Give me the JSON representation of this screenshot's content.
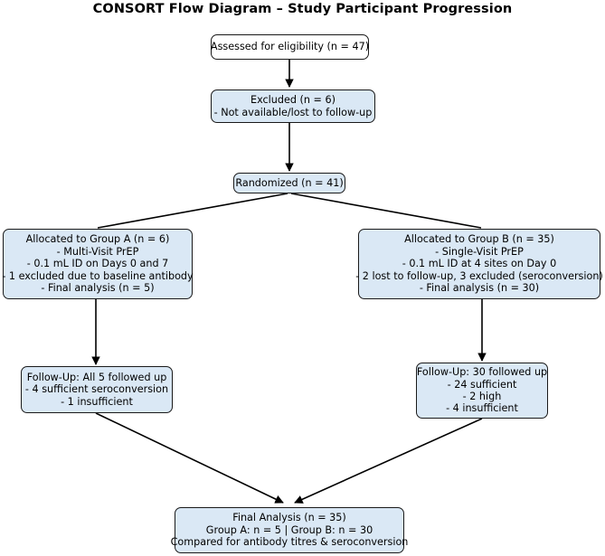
{
  "title": "CONSORT Flow Diagram – Study Participant Progression",
  "palette": {
    "box_fill": "#dae8f5",
    "box_fill_plain": "#ffffff",
    "box_border": "#1a1a1a",
    "arrow": "#000000",
    "background": "#ffffff",
    "text": "#000000"
  },
  "chart_data": {
    "type": "diagram",
    "title": "CONSORT Flow Diagram – Study Participant Progression",
    "nodes": [
      {
        "id": "assessed",
        "label": "Assessed for eligibility (n = 47)",
        "n": 47
      },
      {
        "id": "excluded",
        "label": "Excluded (n = 6)",
        "n": 6
      },
      {
        "id": "randomized",
        "label": "Randomized (n = 41)",
        "n": 41
      },
      {
        "id": "alloc_a",
        "label": "Allocated to Group A (n = 6)",
        "n": 6
      },
      {
        "id": "alloc_b",
        "label": "Allocated to Group B (n = 35)",
        "n": 35
      },
      {
        "id": "followup_a",
        "label": "Follow-Up: All 5 followed up",
        "n": 5
      },
      {
        "id": "followup_b",
        "label": "Follow-Up: 30 followed up",
        "n": 30
      },
      {
        "id": "final",
        "label": "Final Analysis (n = 35)",
        "n": 35
      }
    ],
    "edges": [
      {
        "from": "assessed",
        "to": "excluded"
      },
      {
        "from": "excluded",
        "to": "randomized"
      },
      {
        "from": "randomized",
        "to": "alloc_a"
      },
      {
        "from": "randomized",
        "to": "alloc_b"
      },
      {
        "from": "alloc_a",
        "to": "followup_a"
      },
      {
        "from": "alloc_b",
        "to": "followup_b"
      },
      {
        "from": "followup_a",
        "to": "final"
      },
      {
        "from": "followup_b",
        "to": "final"
      }
    ]
  },
  "boxes": {
    "assessed": {
      "line1": "Assessed for eligibility (n = 47)"
    },
    "excluded": {
      "line1": "Excluded (n = 6)",
      "line2": "- Not available/lost to follow-up"
    },
    "randomized": {
      "line1": "Randomized (n = 41)"
    },
    "allocated_a": {
      "line1": "Allocated to Group A (n = 6)",
      "line2": "- Multi-Visit PrEP",
      "line3": "- 0.1 mL ID on Days 0 and 7",
      "line4": "- 1 excluded due to baseline antibody",
      "line5": "- Final analysis (n = 5)"
    },
    "allocated_b": {
      "line1": "Allocated to Group B (n = 35)",
      "line2": "- Single-Visit PrEP",
      "line3": "- 0.1 mL ID at 4 sites on Day 0",
      "line4": "- 2 lost to follow-up, 3 excluded (seroconversion)",
      "line5": "- Final analysis (n = 30)"
    },
    "followup_a": {
      "line1": "Follow-Up: All 5 followed up",
      "line2": "- 4 sufficient seroconversion",
      "line3": "- 1 insufficient"
    },
    "followup_b": {
      "line1": "Follow-Up: 30 followed up",
      "line2": "- 24 sufficient",
      "line3": "- 2 high",
      "line4": "- 4 insufficient"
    },
    "final": {
      "line1": "Final Analysis (n = 35)",
      "line2": "Group A: n = 5 | Group B: n = 30",
      "line3": "Compared for antibody titres & seroconversion"
    }
  }
}
